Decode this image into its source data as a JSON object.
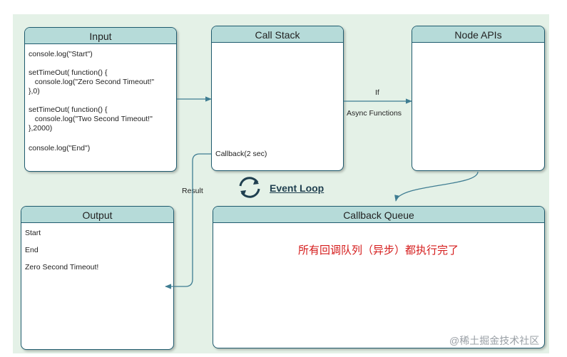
{
  "input": {
    "title": "Input",
    "lines": [
      "console.log(\"Start\")",
      "setTimeOut( function() {",
      "   console.log(\"Zero Second Timeout!\"",
      "},0)",
      "setTimeOut( function() {",
      "   console.log(\"Two Second Timeout!\"",
      "},2000)",
      "console.log(\"End\")"
    ]
  },
  "call_stack": {
    "title": "Call Stack",
    "item": "Callback(2 sec)"
  },
  "node_apis": {
    "title": "Node APIs"
  },
  "output": {
    "title": "Output",
    "lines": [
      "Start",
      "End",
      "Zero Second Timeout!"
    ]
  },
  "callback_queue": {
    "title": "Callback Queue",
    "note": "所有回调队列（异步）都执行完了"
  },
  "edges": {
    "if_label": "If",
    "async_label": "Async Functions",
    "result_label": "Result"
  },
  "event_loop": {
    "label": "Event Loop",
    "icon": "refresh-icon"
  },
  "watermark": "@稀土掘金技术社区",
  "colors": {
    "background": "#e4f1e7",
    "header": "#b6dbd9",
    "border": "#1f5b6e",
    "arrow": "#3f7d92",
    "note": "#d51b1b"
  }
}
